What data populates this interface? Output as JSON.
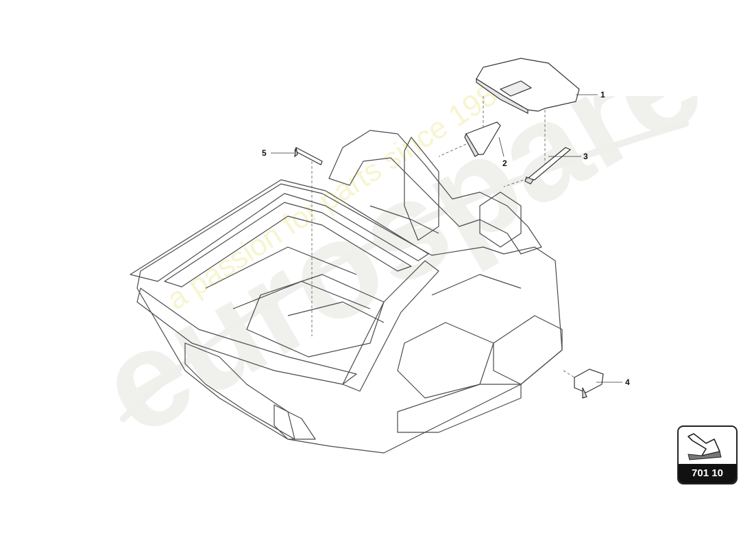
{
  "watermark": {
    "brand": "eurospares",
    "tagline": "a passion for parts since 1985"
  },
  "callouts": [
    {
      "id": "1",
      "label": "1"
    },
    {
      "id": "2",
      "label": "2"
    },
    {
      "id": "3",
      "label": "3"
    },
    {
      "id": "4",
      "label": "4"
    },
    {
      "id": "5",
      "label": "5"
    }
  ],
  "reference": {
    "number": "701 10",
    "icon": "arrow-pointer-icon"
  },
  "colors": {
    "line": "#4a4a4a",
    "watermark": "#eeeeea",
    "watermark_tag": "#eee896"
  }
}
